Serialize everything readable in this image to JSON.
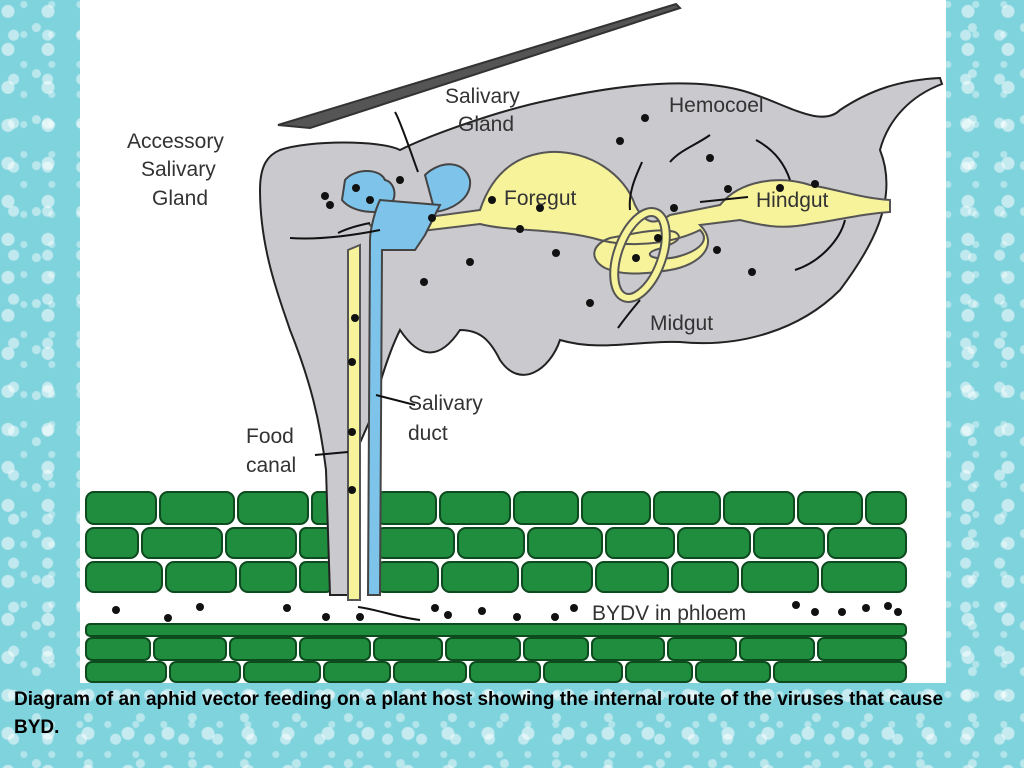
{
  "labels": {
    "salivary_gland_1": "Salivary",
    "salivary_gland_2": "Gland",
    "hemocoel": "Hemocoel",
    "accessory_1": "Accessory",
    "accessory_2": "Salivary",
    "accessory_3": "Gland",
    "foregut": "Foregut",
    "hindgut": "Hindgut",
    "midgut": "Midgut",
    "salivary_duct_1": "Salivary",
    "salivary_duct_2": "duct",
    "food_canal_1": "Food",
    "food_canal_2": "canal",
    "bydv": "BYDV in phloem"
  },
  "caption": "Diagram of an aphid vector feeding on a plant host showing the internal route of the viruses that cause BYD.",
  "colors": {
    "body": "#c9c9ce",
    "gut": "#f7f39a",
    "salivary": "#7ec3ea",
    "plant": "#1f8c3e",
    "background": "#7fd3dd"
  }
}
